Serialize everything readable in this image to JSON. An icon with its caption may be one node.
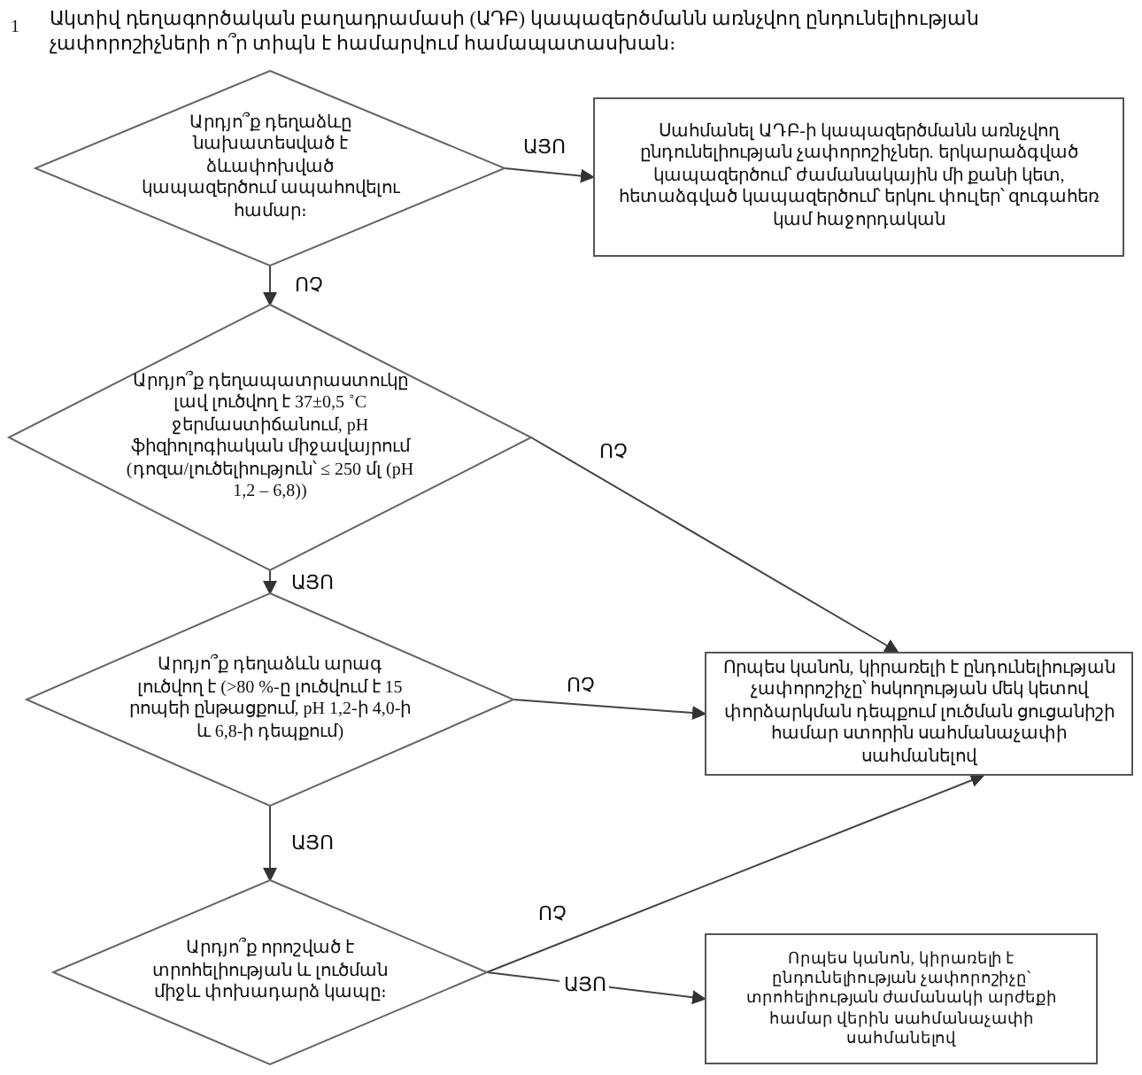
{
  "diagram": {
    "title": "Ակտիվ դեղագործական բաղադրամասի (ԱԴԲ) կապազերծմանն առնչվող ընդունելիության չափորոշիչների ո՞ր տիպն է համարվում համապատասխան։",
    "nodes": [
      {
        "text": [
          "Արդյո՞ք դեղաձևը նախատեսված է ձևափոխված կապազերծում ապահովելու համար։"
        ]
      },
      {
        "text": [
          "Սահմանել ԱԴԲ-ի կապազերծմանն առնչվող ընդունելիության չափորոշիչներ. երկարաձգված կապազերծում՝ ժամանակային մի քանի կետ, հետաձգված կապազերծում՝ երկու փուլեր՝ զուգահեռ կամ հաջորդական"
        ]
      },
      {
        "text": [
          "Արդյո՞ք դեղապատրաստուկը լավ լուծվող է 37±0,5 ˚C ջերմաստիճանում, pH ֆիզիոլոգիական միջավայրում (դոզա/լուծելիություն՝ ≤ 250 մլ (pH 1,2 – 6,8))"
        ]
      },
      {
        "text": [
          "Արդյո՞ք դեղաձևն արագ լուծվող է (>80 %-ը լուծվում է 15 րոպեի ընթացքում, pH 1,2-ի 4,0-ի և 6,8-ի դեպքում)"
        ]
      },
      {
        "text": [
          "Որպես կանոն, կիրառելի է ընդունելիության չափորոշիչը՝ հսկողության մեկ կետով փորձարկման դեպքում լուծման ցուցանիշի համար ստորին սահմանաչափի սահմանելով"
        ]
      },
      {
        "text": [
          "Արդյո՞ք որոշված է տրոհելիության և լուծման միջև փոխադարձ կապը։"
        ]
      },
      {
        "text": [
          "Որպես կանոն, կիրառելի է ընդունելիության չափորոշիչը՝ տրոհելիության ժամանակի արժեքի համար վերին սահմանաչափի սահմանելով"
        ]
      }
    ],
    "edges": [
      {
        "from": 0,
        "to": 1,
        "arrow": "to",
        "label": "ԱՅՈ"
      },
      {
        "from": 0,
        "to": 2,
        "arrow": "to",
        "label": "ՈՉ"
      },
      {
        "from": 2,
        "to": 4,
        "arrow": "to",
        "label": "ՈՉ"
      },
      {
        "from": 2,
        "to": 3,
        "arrow": "to",
        "label": "ԱՅՈ"
      },
      {
        "from": 3,
        "to": 4,
        "arrow": "to",
        "label": "ՈՉ"
      },
      {
        "from": 3,
        "to": 5,
        "arrow": "to",
        "label": "ԱՅՈ"
      },
      {
        "from": 5,
        "to": 4,
        "arrow": "to",
        "label": "ՈՉ"
      },
      {
        "from": 5,
        "to": 6,
        "arrow": "to",
        "label": "ԱՅՈ"
      }
    ],
    "labels": [
      "1"
    ]
  }
}
